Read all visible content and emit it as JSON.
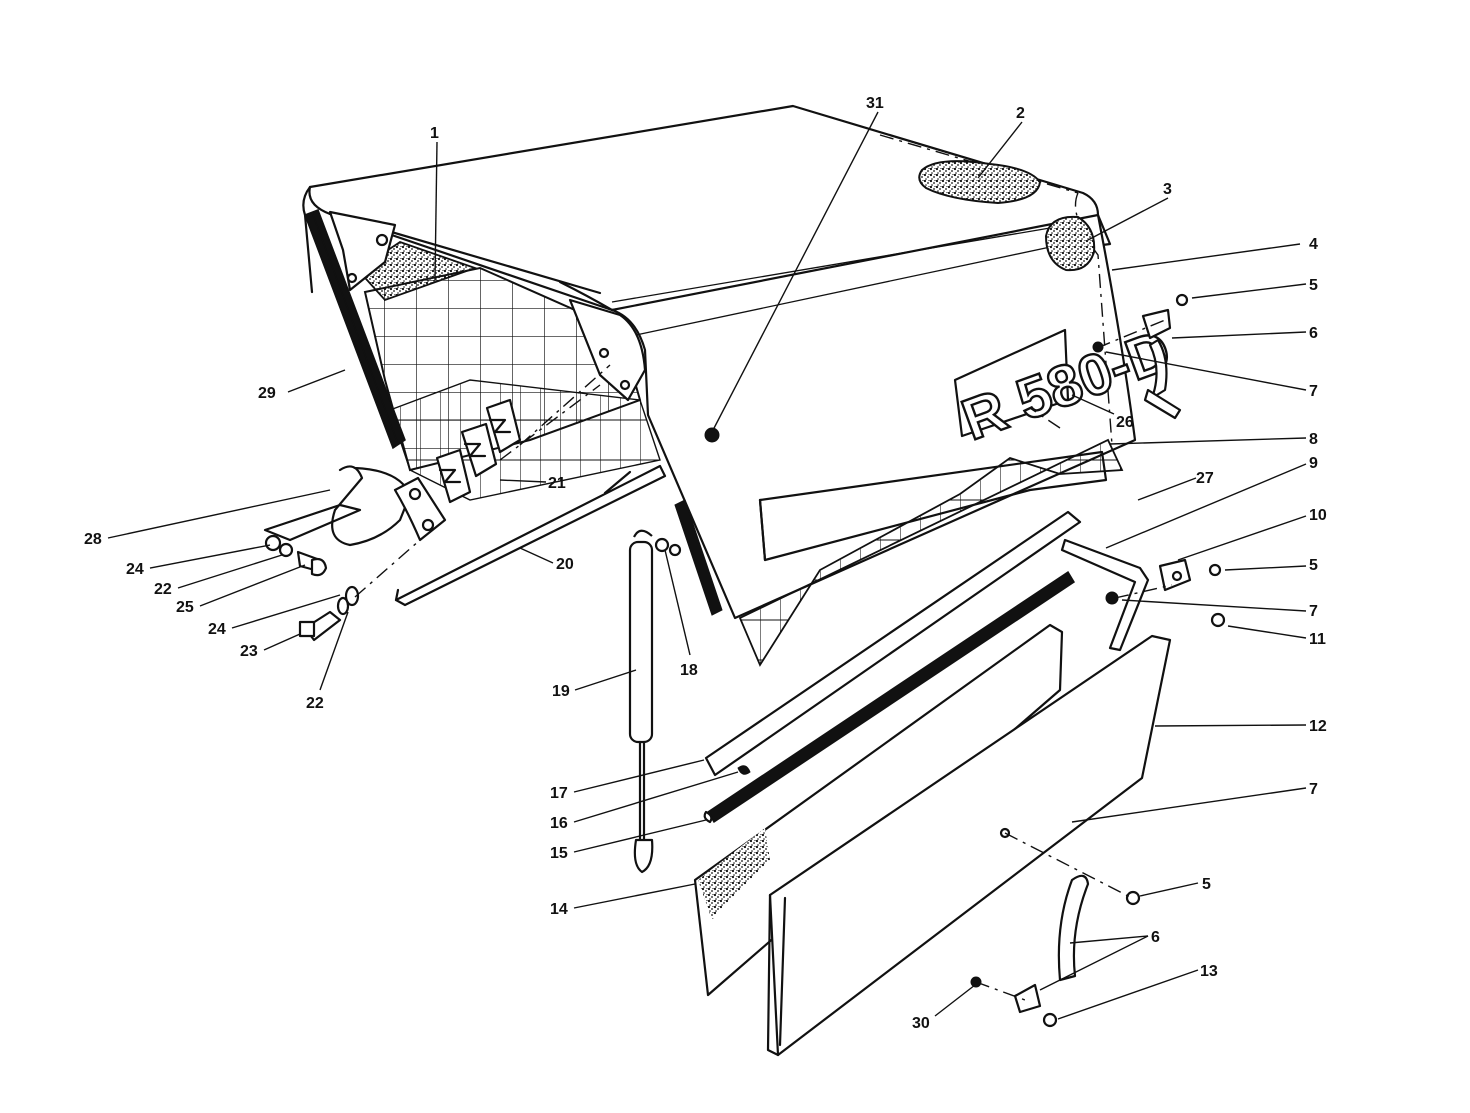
{
  "decal_text": "R 580-D",
  "colors": {
    "ink": "#111111",
    "paper": "#ffffff",
    "foam": "#444444"
  },
  "icons": [
    "dot-marker-icon",
    "stipple-foam-texture"
  ],
  "callouts": [
    {
      "id": "c1",
      "label": "1"
    },
    {
      "id": "c2",
      "label": "2"
    },
    {
      "id": "c3",
      "label": "3"
    },
    {
      "id": "c4",
      "label": "4"
    },
    {
      "id": "c5a",
      "label": "5"
    },
    {
      "id": "c6a",
      "label": "6"
    },
    {
      "id": "c7a",
      "label": "7"
    },
    {
      "id": "c26",
      "label": "26"
    },
    {
      "id": "c8",
      "label": "8"
    },
    {
      "id": "c9",
      "label": "9"
    },
    {
      "id": "c27",
      "label": "27"
    },
    {
      "id": "c10",
      "label": "10"
    },
    {
      "id": "c5b",
      "label": "5"
    },
    {
      "id": "c7b",
      "label": "7"
    },
    {
      "id": "c11",
      "label": "11"
    },
    {
      "id": "c12",
      "label": "12"
    },
    {
      "id": "c7c",
      "label": "7"
    },
    {
      "id": "c5c",
      "label": "5"
    },
    {
      "id": "c6b",
      "label": "6"
    },
    {
      "id": "c13",
      "label": "13"
    },
    {
      "id": "c30",
      "label": "30"
    },
    {
      "id": "c14",
      "label": "14"
    },
    {
      "id": "c15",
      "label": "15"
    },
    {
      "id": "c16",
      "label": "16"
    },
    {
      "id": "c17",
      "label": "17"
    },
    {
      "id": "c19",
      "label": "19"
    },
    {
      "id": "c18",
      "label": "18"
    },
    {
      "id": "c20",
      "label": "20"
    },
    {
      "id": "c21",
      "label": "21"
    },
    {
      "id": "c28",
      "label": "28"
    },
    {
      "id": "c24a",
      "label": "24"
    },
    {
      "id": "c22a",
      "label": "22"
    },
    {
      "id": "c25",
      "label": "25"
    },
    {
      "id": "c24b",
      "label": "24"
    },
    {
      "id": "c23",
      "label": "23"
    },
    {
      "id": "c22b",
      "label": "22"
    },
    {
      "id": "c29",
      "label": "29"
    },
    {
      "id": "c31",
      "label": "31"
    }
  ]
}
